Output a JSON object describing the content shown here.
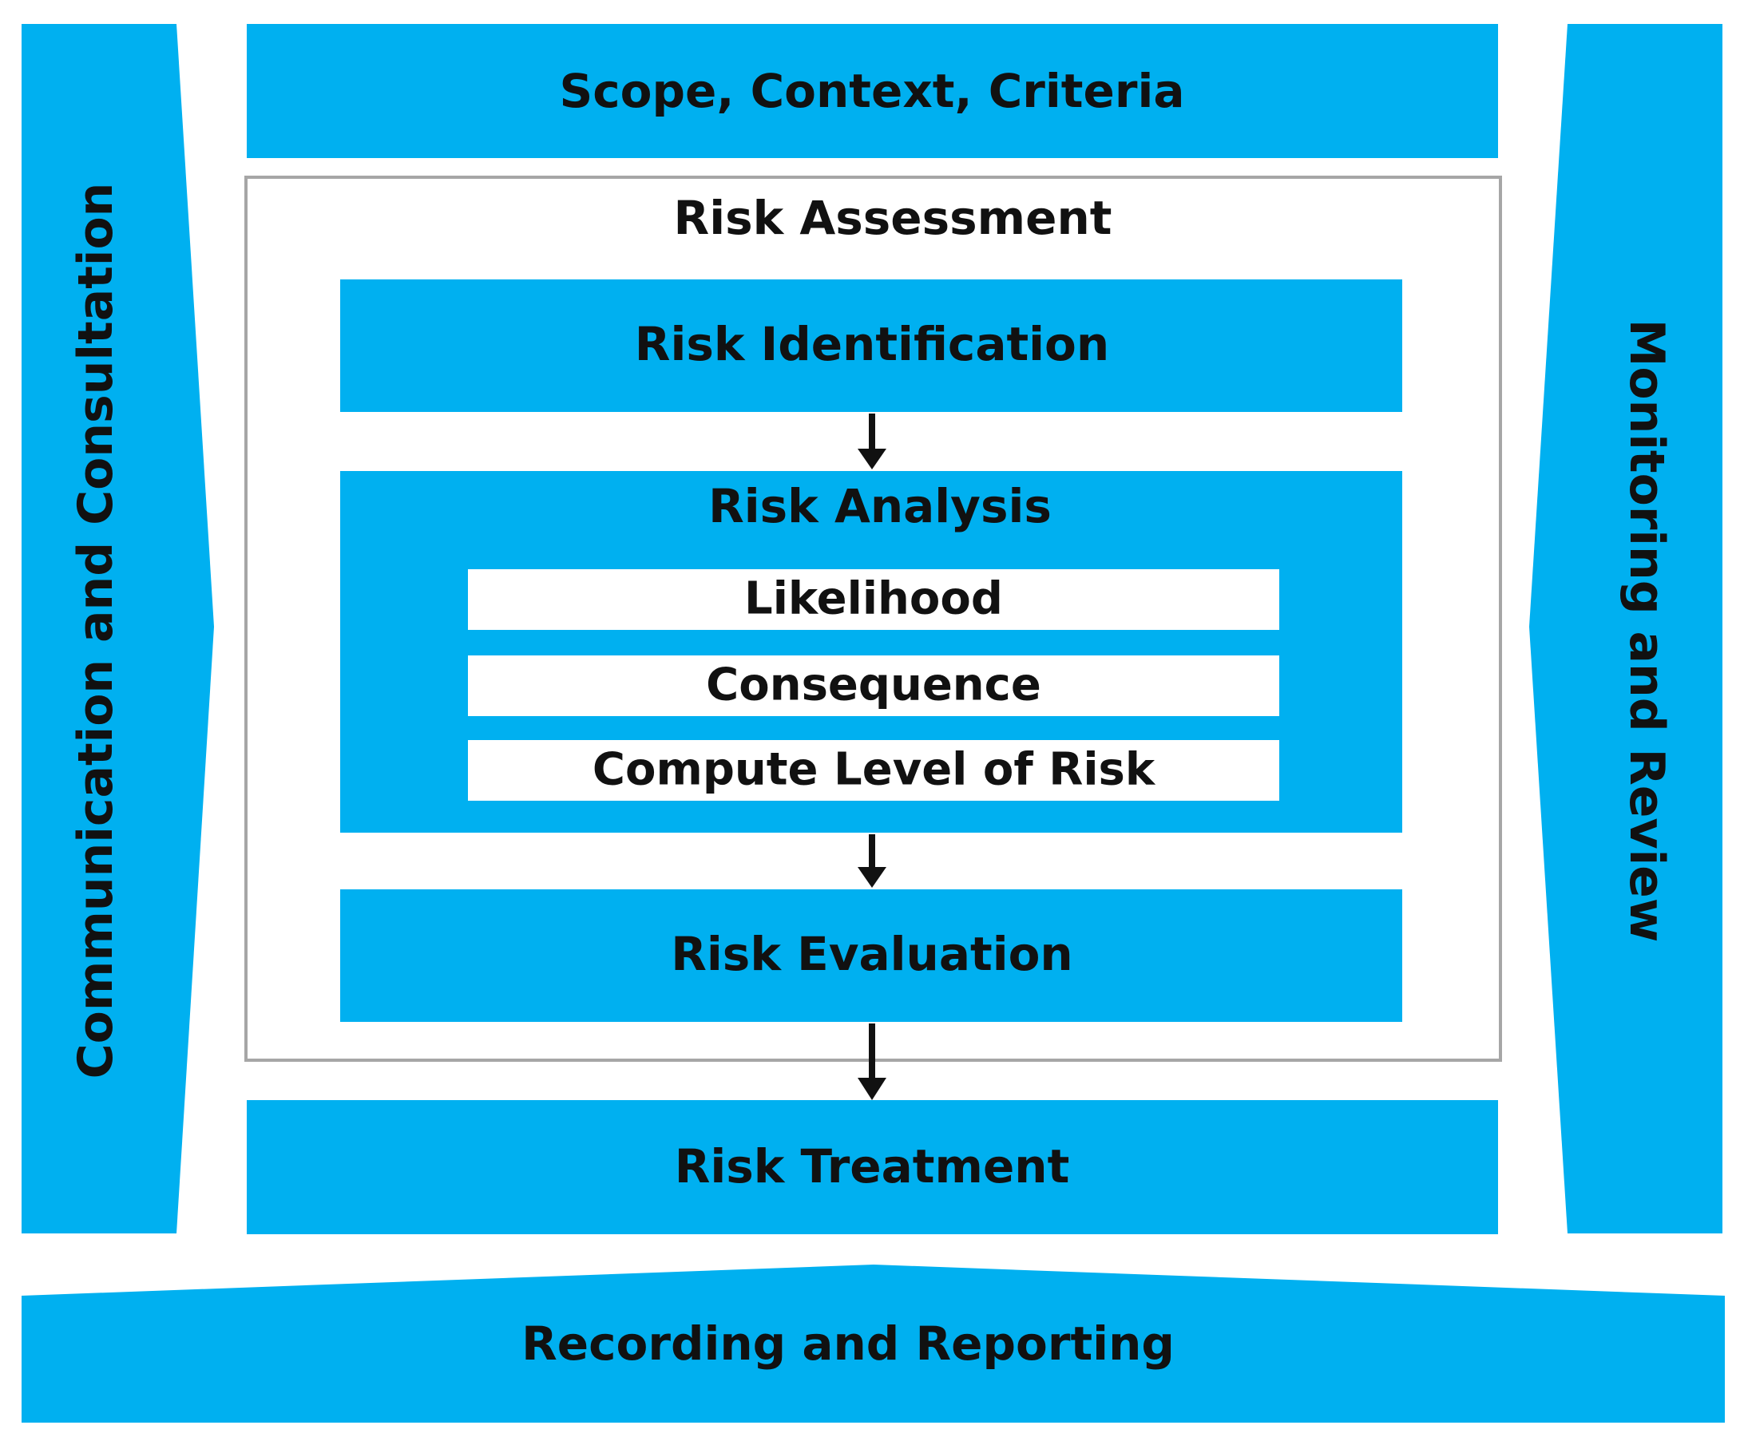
{
  "colors": {
    "accent_blue": "#00b0f0",
    "frame_gray": "#a6a6a6",
    "text": "#111111",
    "arrow": "#111111"
  },
  "diagram": {
    "left_panel": "Communication and Consultation",
    "right_panel": "Monitoring and Review",
    "bottom_panel": "Recording and Reporting",
    "scope": "Scope, Context, Criteria",
    "assessment": {
      "title": "Risk Assessment",
      "identification": "Risk Identification",
      "analysis": {
        "title": "Risk Analysis",
        "items": [
          "Likelihood",
          "Consequence",
          "Compute Level of Risk"
        ]
      },
      "evaluation": "Risk Evaluation"
    },
    "treatment": "Risk Treatment"
  }
}
